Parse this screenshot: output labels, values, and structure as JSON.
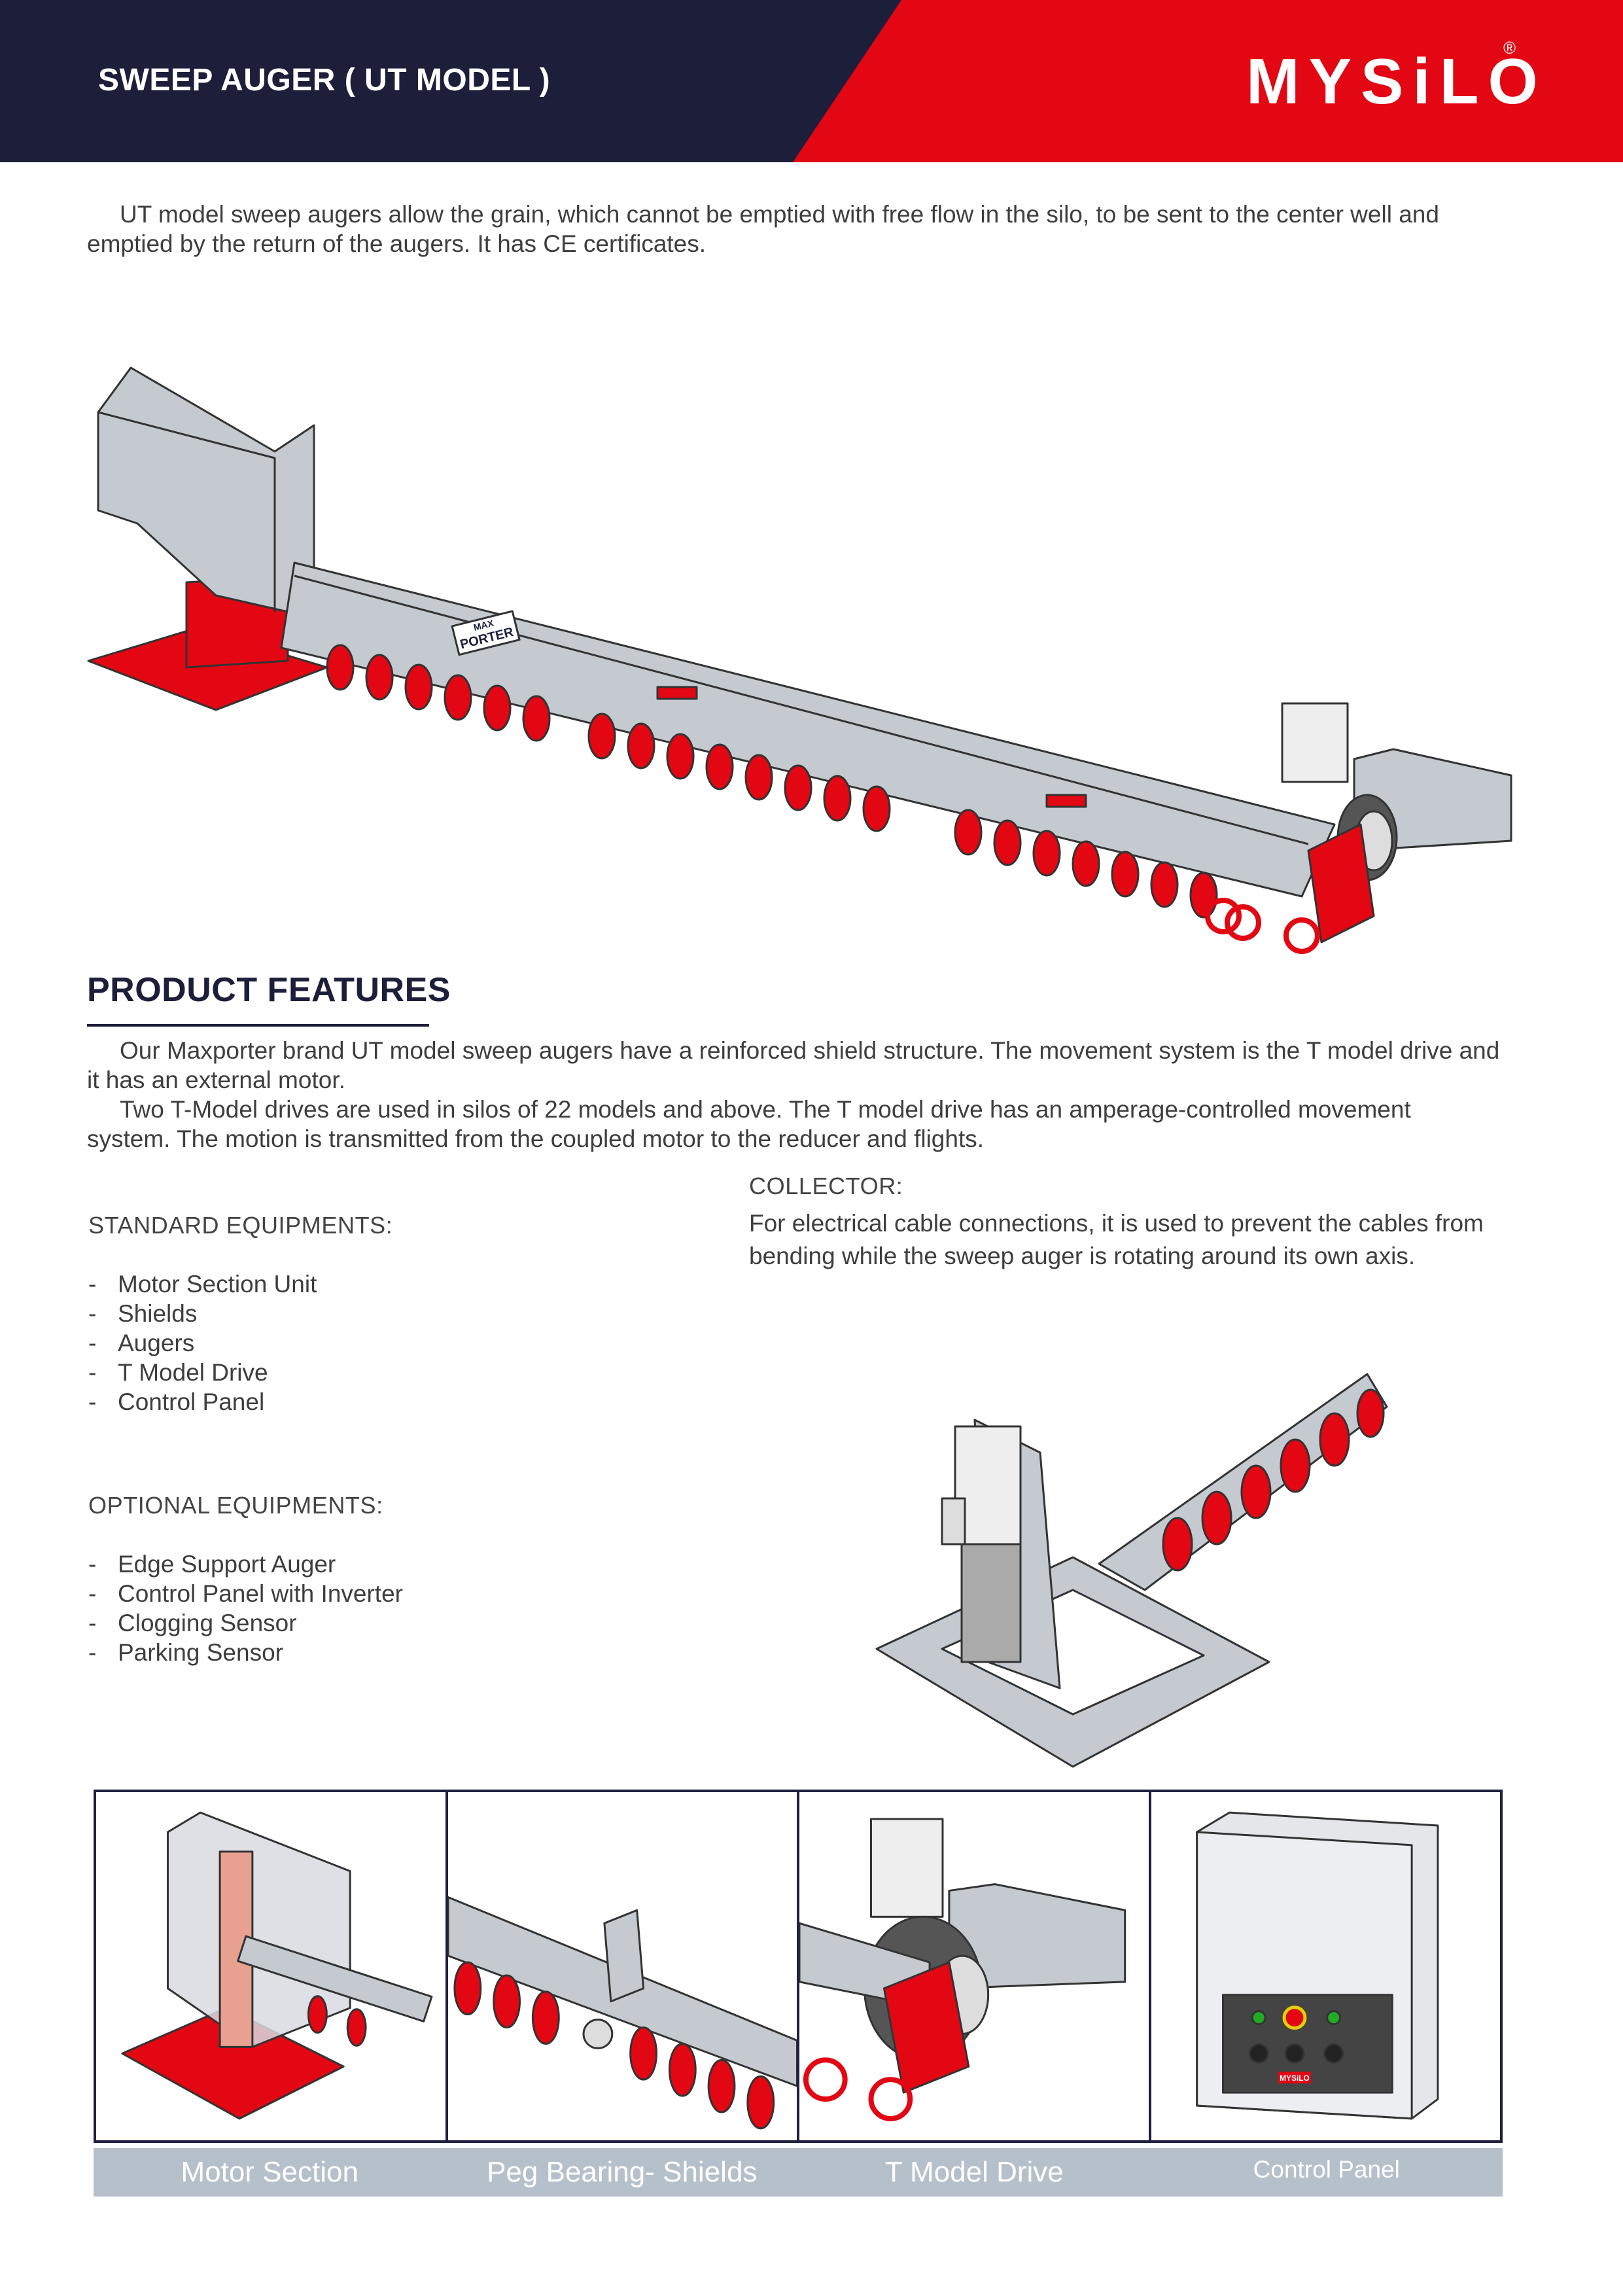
{
  "header": {
    "title": "SWEEP AUGER ( UT MODEL )",
    "brand": "MYSiLO",
    "brand_mark": "®",
    "colors": {
      "navy": "#1d1f3a",
      "red": "#e30613"
    }
  },
  "intro": "UT model sweep augers allow the grain, which cannot be emptied with free flow in the silo, to be sent to the center well and emptied by the return of the augers.  It has CE certificates.",
  "main_image": {
    "label_top": "MAX",
    "label_bottom": "PORTER"
  },
  "features": {
    "heading": "PRODUCT FEATURES",
    "paragraph1": "Our Maxporter brand UT model sweep augers have a reinforced shield structure. The movement system is the T model drive and it has an external motor.",
    "paragraph2": "Two T-Model drives are used in silos of 22 models and above. The T model drive has an amperage-controlled movement system.  The motion is transmitted from the coupled motor to the reducer and flights."
  },
  "collector": {
    "heading": "COLLECTOR:",
    "text": "For electrical cable connections, it is used to prevent the cables from bending while the sweep auger is rotating around its own axis."
  },
  "standard_equipments": {
    "heading": "STANDARD EQUIPMENTS:",
    "items": [
      "Motor Section Unit",
      "Shields",
      "Augers",
      "T Model Drive",
      "Control Panel"
    ]
  },
  "optional_equipments": {
    "heading": "OPTIONAL EQUIPMENTS:",
    "items": [
      "Edge Support Auger",
      "Control Panel with Inverter",
      "Clogging Sensor",
      "Parking Sensor"
    ]
  },
  "gallery": {
    "captions": [
      "Motor Section",
      "Peg Bearing- Shields",
      "T Model Drive",
      "Control Panel"
    ],
    "panel_brand": "MYSiLO"
  },
  "list_dash": "-"
}
